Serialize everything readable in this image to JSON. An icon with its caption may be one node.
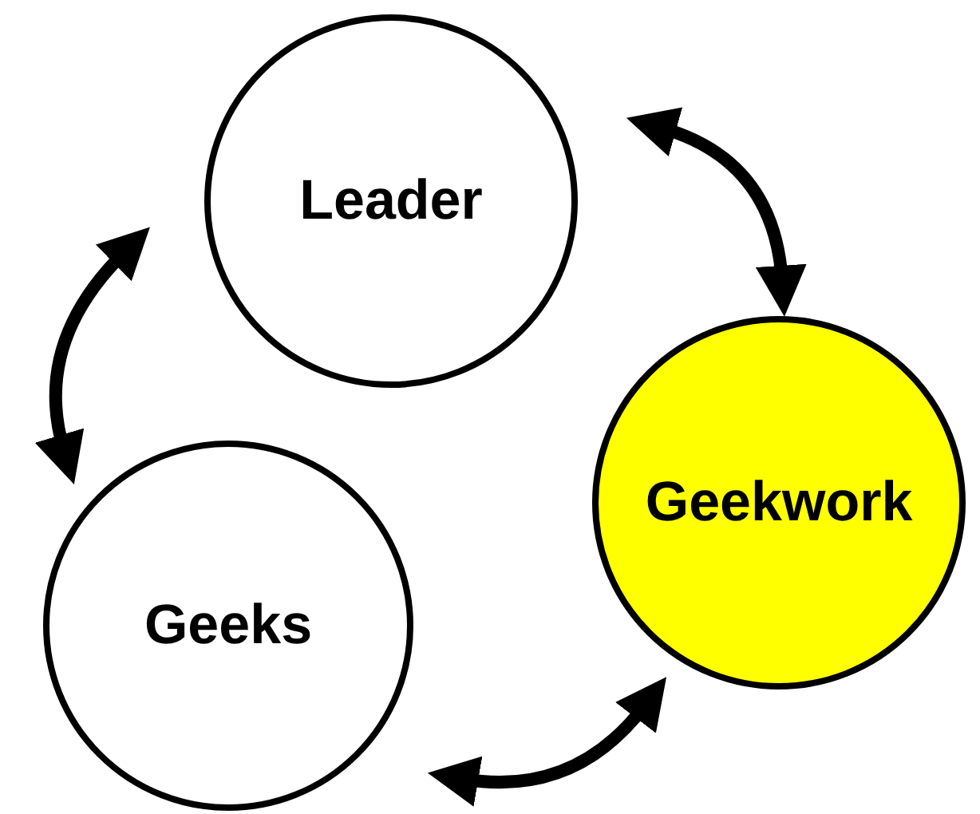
{
  "diagram": {
    "nodes": [
      {
        "text": [
          "Leader"
        ]
      },
      {
        "text": [
          "Geekwork"
        ]
      },
      {
        "text": [
          "Geeks"
        ]
      }
    ],
    "edges": [
      {
        "from": 0,
        "to": 1,
        "arrow": "both"
      },
      {
        "from": 1,
        "to": 2,
        "arrow": "both"
      },
      {
        "from": 2,
        "to": 0,
        "arrow": "both"
      }
    ]
  }
}
